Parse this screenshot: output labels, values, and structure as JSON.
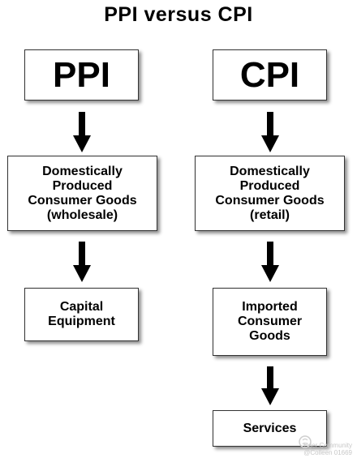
{
  "title": "PPI versus CPI",
  "ppi": {
    "heading": "PPI",
    "goods": "Domestically\nProduced\nConsumer Goods\n(wholesale)",
    "capital": "Capital\nEquipment"
  },
  "cpi": {
    "heading": "CPI",
    "goods": "Domestically\nProduced\nConsumer Goods\n(retail)",
    "imported": "Imported\nConsumer\nGoods",
    "services": "Services"
  },
  "watermark": {
    "line1": "Tiger Community",
    "line2": "@Colleen 01669"
  },
  "colors": {
    "arrow": "#000000",
    "box_border": "#333333",
    "background": "#ffffff"
  }
}
